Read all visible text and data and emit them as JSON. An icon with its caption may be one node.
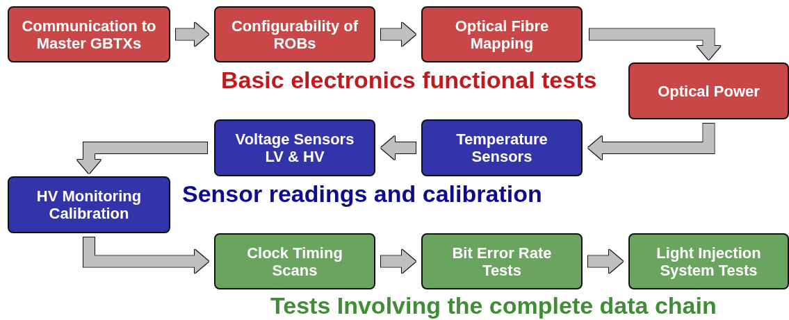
{
  "diagram": {
    "nodes": [
      {
        "text": [
          "Communication to Master GBTXs"
        ]
      },
      {
        "text": [
          "Configurability of ROBs"
        ]
      },
      {
        "text": [
          "Optical Fibre Mapping"
        ]
      },
      {
        "text": [
          "Optical Power"
        ]
      },
      {
        "text": [
          "Temperature Sensors"
        ]
      },
      {
        "text": [
          "Voltage Sensors LV & HV"
        ]
      },
      {
        "text": [
          "HV Monitoring Calibration"
        ]
      },
      {
        "text": [
          "Clock Timing Scans"
        ]
      },
      {
        "text": [
          "Bit Error Rate Tests"
        ]
      },
      {
        "text": [
          "Light Injection System Tests"
        ]
      }
    ],
    "edges": [
      {
        "from": 0,
        "to": 1,
        "arrow": "to"
      },
      {
        "from": 1,
        "to": 2,
        "arrow": "to"
      },
      {
        "from": 2,
        "to": 3,
        "arrow": "to"
      },
      {
        "from": 3,
        "to": 4,
        "arrow": "to"
      },
      {
        "from": 4,
        "to": 5,
        "arrow": "to"
      },
      {
        "from": 5,
        "to": 6,
        "arrow": "to"
      },
      {
        "from": 6,
        "to": 7,
        "arrow": "to"
      },
      {
        "from": 7,
        "to": 8,
        "arrow": "to"
      },
      {
        "from": 8,
        "to": 9,
        "arrow": "to"
      }
    ],
    "labels": [
      "Basic electronics functional tests",
      "Sensor readings and calibration",
      "Tests Involving the complete data chain"
    ]
  }
}
